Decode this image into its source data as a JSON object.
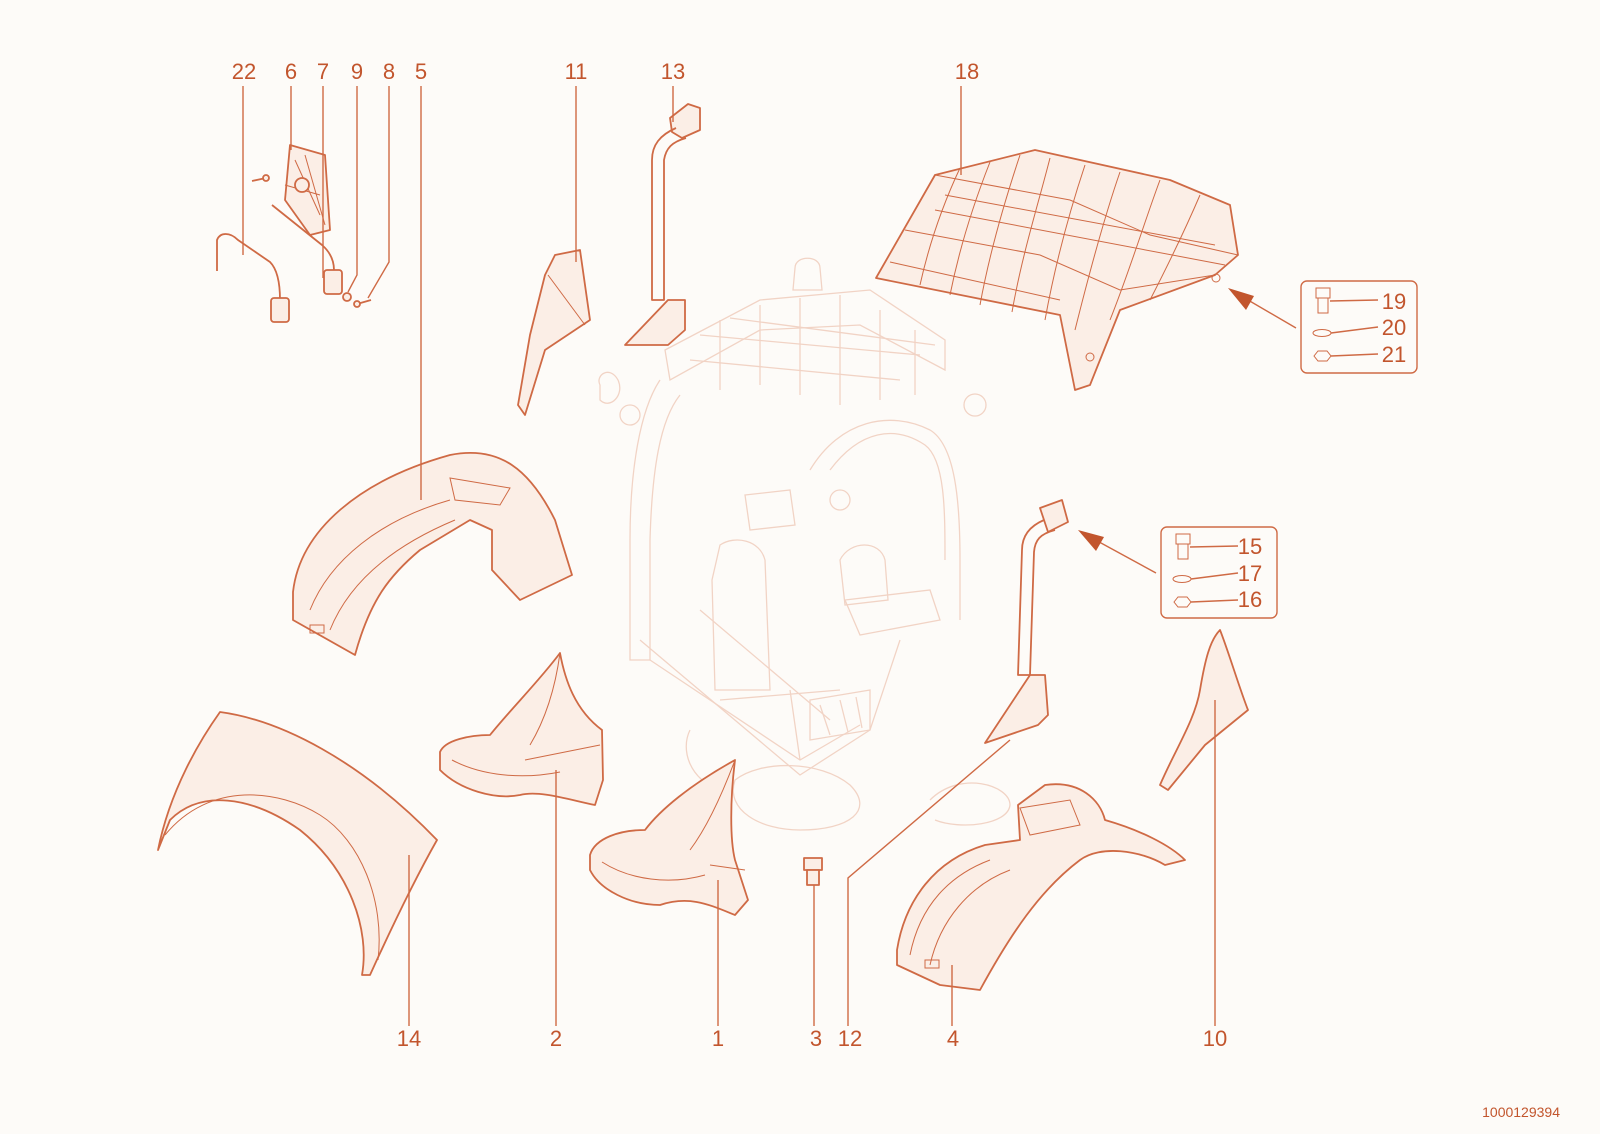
{
  "colors": {
    "accent": "#c2552d",
    "line": "#cf6a45",
    "ghost": "#e9b49c",
    "fill": "#fbeee6",
    "background": "#fdfbf8"
  },
  "labels": {
    "l22": "22",
    "l6": "6",
    "l7": "7",
    "l9": "9",
    "l8": "8",
    "l5": "5",
    "l11": "11",
    "l13": "13",
    "l18": "18",
    "l19": "19",
    "l20": "20",
    "l21": "21",
    "l15": "15",
    "l17": "17",
    "l16": "16",
    "l14": "14",
    "l2": "2",
    "l1": "1",
    "l3": "3",
    "l12": "12",
    "l4": "4",
    "l10": "10"
  },
  "doc_number": "1000129394"
}
